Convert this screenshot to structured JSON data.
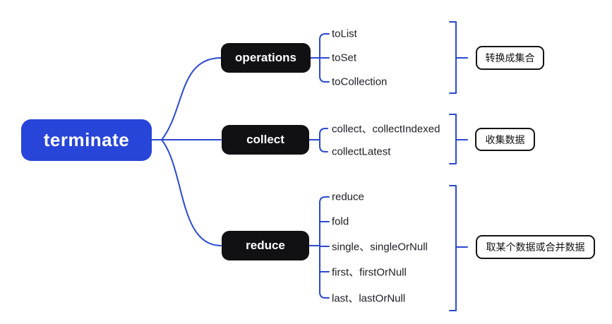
{
  "root": {
    "label": "terminate"
  },
  "branches": [
    {
      "label": "operations",
      "leaves": [
        {
          "label": "toList"
        },
        {
          "label": "toSet"
        },
        {
          "label": "toCollection"
        }
      ],
      "summary": {
        "label": "转换成集合"
      }
    },
    {
      "label": "collect",
      "leaves": [
        {
          "label": "collect、collectIndexed"
        },
        {
          "label": "collectLatest"
        }
      ],
      "summary": {
        "label": "收集数据"
      }
    },
    {
      "label": "reduce",
      "leaves": [
        {
          "label": "reduce"
        },
        {
          "label": "fold"
        },
        {
          "label": "single、singleOrNull"
        },
        {
          "label": "first、firstOrNull"
        },
        {
          "label": "last、lastOrNull"
        }
      ],
      "summary": {
        "label": "取某个数据或合并数据"
      }
    }
  ],
  "colors": {
    "root_node_bg": "#2745d8",
    "branch_node_bg": "#111113",
    "connector": "#2b49cf",
    "leaf_text": "#1d1d26",
    "summary_border": "#131313",
    "background": "#ffffff"
  }
}
